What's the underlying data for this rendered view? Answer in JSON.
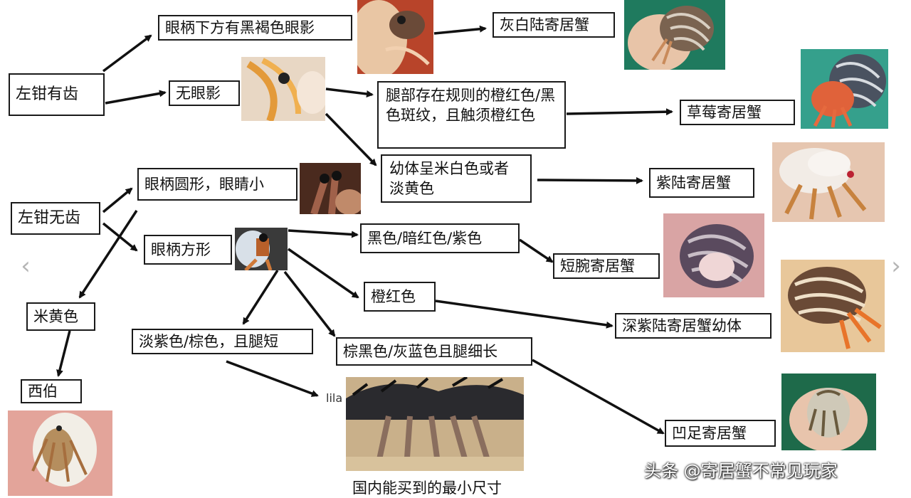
{
  "nodes": {
    "left_claw_teeth": "左钳有齿",
    "eye_shadow": "眼柄下方有黑褐色眼影",
    "gray_white": "灰白陆寄居蟹",
    "no_eye_shadow": "无眼影",
    "leg_pattern": "腿部存在规则的橙红色/黑色斑纹，且触须橙红色",
    "strawberry": "草莓寄居蟹",
    "juvenile_cream": "幼体呈米白色或者淡黄色",
    "purple_land": "紫陆寄居蟹",
    "round_eyestalk": "眼柄圆形，眼睛小",
    "left_claw_no_teeth": "左钳无齿",
    "square_eyestalk": "眼柄方形",
    "black_darkred_purple": "黑色/暗红色/紫色",
    "short_wrist": "短腕寄居蟹",
    "orange_red": "橙红色",
    "deep_purple_juvenile": "深紫陆寄居蟹幼体",
    "cream_yellow": "米黄色",
    "lilac_brown_short": "淡紫色/棕色，且腿短",
    "brown_black_long": "棕黑色/灰蓝色且腿细长",
    "xibo": "西伯",
    "concave_foot": "凹足寄居蟹"
  },
  "labels": {
    "lila": "lila",
    "smallest_caption": "国内能买到的最小尺寸"
  },
  "watermark": "头条 @寄居蟹不常见玩家",
  "nav": {
    "prev": "‹",
    "next": "›"
  }
}
